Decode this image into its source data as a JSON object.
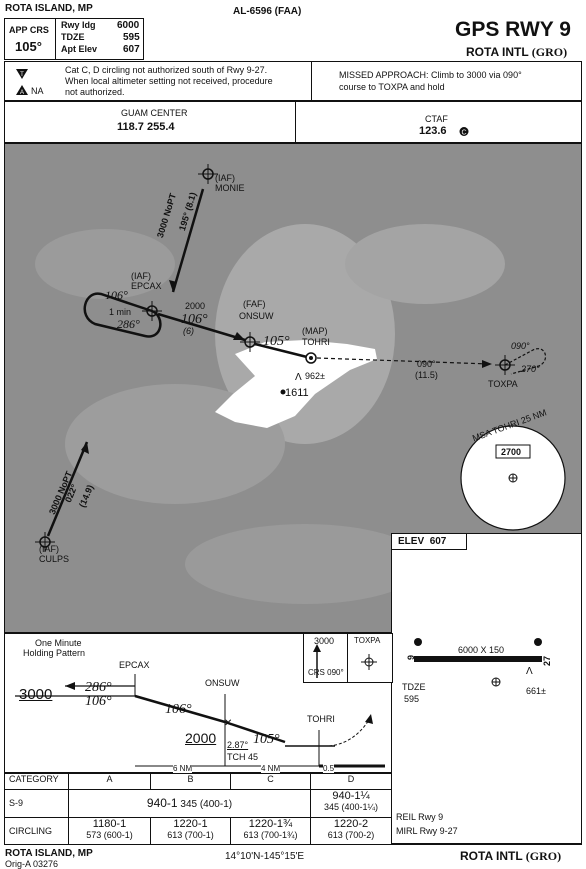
{
  "header": {
    "location": "ROTA ISLAND, MP",
    "chart_id": "AL-6596 (FAA)",
    "title": "GPS RWY 9",
    "airport": "ROTA INTL",
    "airport_id": "(GRO)"
  },
  "info": {
    "app_crs_label": "APP CRS",
    "app_crs_value": "105°",
    "rwy_ldg_label": "Rwy Idg",
    "rwy_ldg_value": "6000",
    "tdze_label": "TDZE",
    "tdze_value": "595",
    "apt_elev_label": "Apt Elev",
    "apt_elev_value": "607"
  },
  "notes": {
    "line1": "Cat C, D circling not authorized south of Rwy 9-27.",
    "line2": "When local altimeter setting not received, procedure",
    "line3": "not authorized.",
    "na_label": "NA",
    "missed_line1": "MISSED APPROACH:  Climb to 3000 via 090°",
    "missed_line2": "course to TOXPA and hold"
  },
  "comms": {
    "center_label": "GUAM CENTER",
    "center_freqs": "118.7  255.4",
    "ctaf_label": "CTAF",
    "ctaf_freq": "123.6"
  },
  "plan": {
    "monie": "MONIE",
    "iaf": "(IAF)",
    "faf": "(FAF)",
    "map": "(MAP)",
    "monie_route": "3000 NoPT",
    "monie_crs": "195°",
    "monie_dist": "(8.1)",
    "epcax": "EPCAX",
    "hold_in": "106°",
    "hold_time": "1 min",
    "hold_out": "286°",
    "epcax_alt": "2000",
    "epcax_crs": "106°",
    "epcax_dist": "(6)",
    "onsuw": "ONSUW",
    "final_crs": "105°",
    "tohri": "TOHRI",
    "obstacle": "962±",
    "peak": "1611",
    "missed_crs": "090°",
    "missed_dist": "(11.5)",
    "toxpa": "TOXPA",
    "toxpa_hold_a": "090°",
    "toxpa_hold_b": "270°",
    "msa_label": "MSA TOHRI 25 NM",
    "msa_alt": "2700",
    "culps": "CULPS",
    "culps_route": "3000 NoPT",
    "culps_crs": "022°",
    "culps_dist": "(14.9)"
  },
  "airport_sketch": {
    "elev_label": "ELEV",
    "elev_value": "607",
    "rwy_dims": "6000 X 150",
    "rwy_end_w": "9",
    "rwy_end_e": "27",
    "tdze_label": "TDZE",
    "tdze_value": "595",
    "obstacle": "661±"
  },
  "profile": {
    "hold_title_1": "One Minute",
    "hold_title_2": "Holding Pattern",
    "epcax": "EPCAX",
    "onsuw": "ONSUW",
    "tohri": "TOHRI",
    "alt_3000": "3000",
    "crs_286": "286°",
    "crs_106": "106°",
    "crs_106b": "106°",
    "crs_105": "105°",
    "alt_2000": "2000",
    "gs_angle": "2.87°",
    "tch": "TCH 45",
    "dist_6nm": "6 NM",
    "dist_4nm": "4 NM",
    "dist_05": "0.5",
    "missed_alt": "3000",
    "missed_crs": "CRS 090°",
    "missed_fix": "TOXPA"
  },
  "minimums": {
    "category_label": "CATEGORY",
    "cats": [
      "A",
      "B",
      "C",
      "D"
    ],
    "s9_label": "S-9",
    "s9_abc_main": "940-1",
    "s9_abc_sub": "345 (400-1)",
    "s9_d_main": "940-1¼",
    "s9_d_sub": "345 (400-1¼)",
    "circ_label": "CIRCLING",
    "circ": [
      {
        "main": "1180-1",
        "sub": "573 (600-1)"
      },
      {
        "main": "1220-1",
        "sub": "613 (700-1)"
      },
      {
        "main": "1220-1¾",
        "sub": "613 (700-1¾)"
      },
      {
        "main": "1220-2",
        "sub": "613 (700-2)"
      }
    ],
    "reil": "REIL Rwy 9",
    "mirl": "MIRL Rwy 9-27"
  },
  "footer": {
    "location": "ROTA ISLAND, MP",
    "orig": "Orig-A  03276",
    "coords": "14°10'N-145°15'E",
    "airport": "ROTA INTL",
    "airport_id": "(GRO)"
  }
}
